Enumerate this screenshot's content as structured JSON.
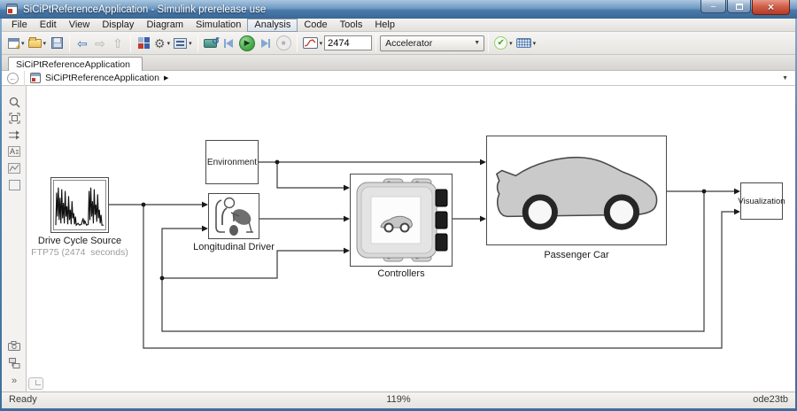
{
  "window": {
    "title": "SiCiPtReferenceApplication - Simulink prerelease use",
    "controls": {
      "minimize": "–",
      "close": "×"
    }
  },
  "menu": {
    "items": [
      "File",
      "Edit",
      "View",
      "Display",
      "Diagram",
      "Simulation",
      "Analysis",
      "Code",
      "Tools",
      "Help"
    ],
    "active_item": "Analysis"
  },
  "toolbar": {
    "stop_time": "2474",
    "sim_mode": "Accelerator"
  },
  "tabs": [
    {
      "label": "SiCiPtReferenceApplication",
      "active": true
    }
  ],
  "breadcrumb": {
    "path": "SiCiPtReferenceApplication"
  },
  "diagram": {
    "blocks": [
      {
        "name": "drive-cycle-source",
        "label": "Drive Cycle Source",
        "sublabel": "FTP75 (2474  seconds)"
      },
      {
        "name": "environment",
        "label": "Environment"
      },
      {
        "name": "longitudinal-driver",
        "label": "Longitudinal Driver"
      },
      {
        "name": "controllers",
        "label": "Controllers"
      },
      {
        "name": "passenger-car",
        "label": "Passenger Car"
      },
      {
        "name": "visualization",
        "label": "Visualization"
      }
    ]
  },
  "statusbar": {
    "status": "Ready",
    "zoom": "119%",
    "solver": "ode23tb"
  },
  "colors": {
    "titlebar_blue": "#4a7aab",
    "run_green": "#4caf50",
    "close_red": "#c0392b",
    "wire": "#3a3a3a",
    "block_fill": "#c9c9c9"
  },
  "icons": {
    "back_arrow": "⇦",
    "forward_arrow": "⇨",
    "up_arrow": "⇧",
    "gear": "⚙",
    "caret": "▾",
    "combo_caret": "▼",
    "play": "▶",
    "stop_square": "■",
    "check": "✔",
    "step_play": "▶",
    "crumb_back": "←",
    "crumb_arrow": "▶",
    "chevrons": "»"
  }
}
